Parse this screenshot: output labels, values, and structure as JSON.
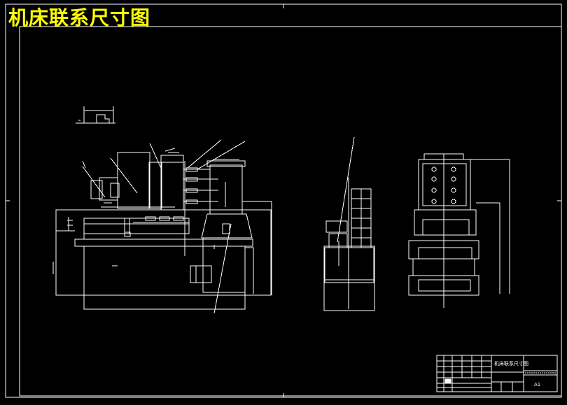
{
  "drawing": {
    "title": "机床联系尺寸图",
    "title_block": {
      "drawing_name": "机床联系尺寸图",
      "scale": "A1"
    }
  },
  "colors": {
    "background": "#000000",
    "line": "#ffffff",
    "title": "#ffff00"
  }
}
